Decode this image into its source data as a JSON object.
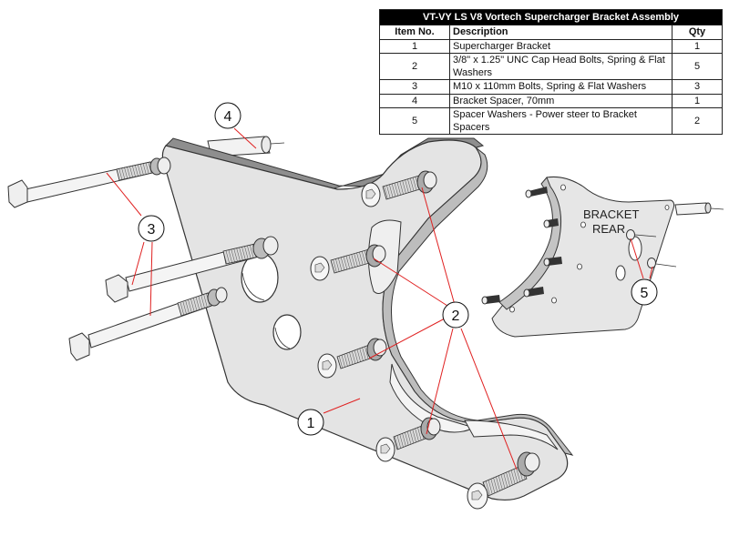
{
  "table": {
    "title": "VT-VY LS V8 Vortech Supercharger Bracket Assembly",
    "headers": {
      "item": "Item No.",
      "description": "Description",
      "qty": "Qty"
    },
    "rows": [
      {
        "item": "1",
        "description": "Supercharger Bracket",
        "qty": "1"
      },
      {
        "item": "2",
        "description": "3/8\" x 1.25\" UNC Cap Head Bolts, Spring & Flat Washers",
        "qty": "5"
      },
      {
        "item": "3",
        "description": "M10 x 110mm Bolts, Spring & Flat Washers",
        "qty": "3"
      },
      {
        "item": "4",
        "description": "Bracket Spacer, 70mm",
        "qty": "1"
      },
      {
        "item": "5",
        "description": "Spacer Washers - Power steer to Bracket Spacers",
        "qty": "2"
      }
    ]
  },
  "callouts": {
    "c1": "1",
    "c2": "2",
    "c3": "3",
    "c4": "4",
    "c5": "5"
  },
  "rear_view_label": {
    "line1": "BRACKET",
    "line2": "REAR"
  },
  "colors": {
    "leader": "#e02020",
    "part_fill": "#e4e4e4",
    "edge": "#333333",
    "table_header_bg": "#000000"
  }
}
